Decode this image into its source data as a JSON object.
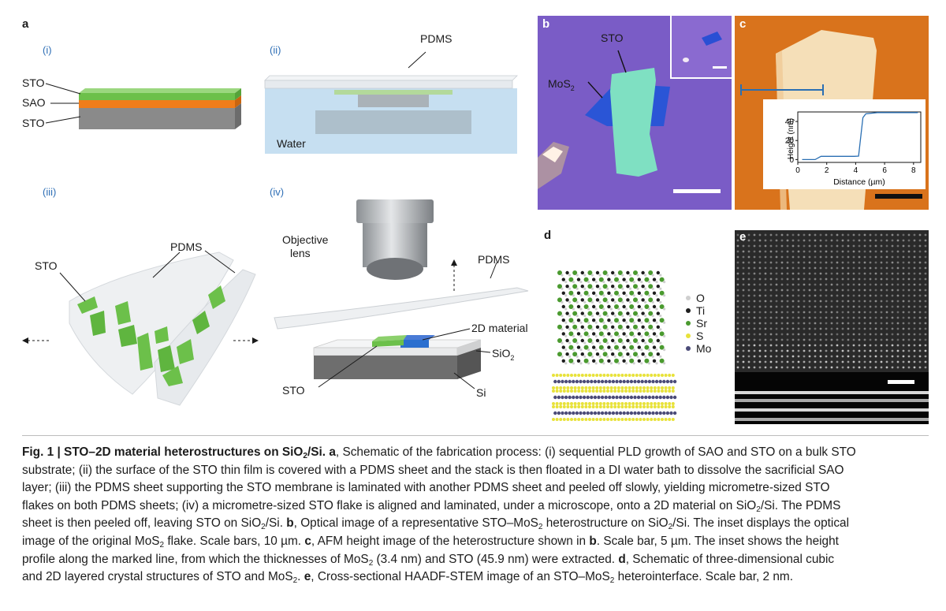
{
  "panel_a": {
    "letter": "a",
    "sub_i": "(i)",
    "sub_ii": "(ii)",
    "sub_iii": "(iii)",
    "sub_iv": "(iv)",
    "i_labels": {
      "top": "STO",
      "mid": "SAO",
      "bottom": "STO"
    },
    "ii_labels": {
      "pdms": "PDMS",
      "water": "Water"
    },
    "iii_labels": {
      "sto": "STO",
      "pdms": "PDMS"
    },
    "iv_labels": {
      "objective": "Objective",
      "lens": "lens",
      "pdms": "PDMS",
      "material": "2D material",
      "sio2": "SiO",
      "sio2_sub": "2",
      "sto": "STO",
      "si": "Si"
    },
    "colors": {
      "sto_green": "#6cc04a",
      "sao_orange": "#f07d1a",
      "substrate_grey": "#8a8a8a",
      "water_blue": "#c6dff1",
      "mos2_blue": "#2b6fcf"
    }
  },
  "panel_b": {
    "letter": "b",
    "sto": "STO",
    "mos2": "MoS",
    "mos2_sub": "2",
    "colors": {
      "background": "#7a5cc6",
      "sto_flake": "#7fe0c2",
      "mos2_flake": "#2a55d6"
    }
  },
  "panel_c": {
    "letter": "c",
    "colors": {
      "background": "#d9731c",
      "flake": "#f5dfb8",
      "line": "#2a6fb3"
    },
    "inset": {
      "ylabel": "Height (nm)",
      "xlabel": "Distance (µm)",
      "yticks": [
        "40",
        "20",
        "0"
      ],
      "xticks": [
        "0",
        "2",
        "4",
        "6",
        "8"
      ]
    }
  },
  "chart_data": {
    "type": "line",
    "xlabel": "Distance (µm)",
    "ylabel": "Height (nm)",
    "xlim": [
      0,
      8.5
    ],
    "ylim": [
      -3,
      50
    ],
    "series": [
      {
        "x": [
          0.3,
          1.2,
          1.6,
          2.0,
          3.9,
          4.2,
          4.5,
          4.7,
          5.5,
          8.3
        ],
        "y": [
          0,
          0,
          3.4,
          3.4,
          3.4,
          3.6,
          44,
          48,
          49.3,
          49.3
        ]
      }
    ]
  },
  "panel_d": {
    "letter": "d",
    "legend": [
      {
        "label": "O",
        "color": "#cfcfcf"
      },
      {
        "label": "Ti",
        "color": "#1e1e1e"
      },
      {
        "label": "Sr",
        "color": "#4a9a2f"
      },
      {
        "label": "S",
        "color": "#e8e23a"
      },
      {
        "label": "Mo",
        "color": "#4b4b78"
      }
    ]
  },
  "panel_e": {
    "letter": "e"
  },
  "caption": {
    "fig": "Fig. 1 | STO–2D material heterostructures on SiO",
    "fig_sub": "2",
    "fig_end": "/Si.",
    "l1_a": "a",
    "l1_b": ", Schematic of the fabrication process: (i) sequential PLD growth of SAO and STO on a bulk STO",
    "l2": "substrate; (ii) the surface of the STO thin film is covered with a PDMS sheet and the stack is then floated in a DI water bath to dissolve the sacrificial SAO",
    "l3": "layer; (iii) the PDMS sheet supporting the STO membrane is laminated with another PDMS sheet and peeled off slowly, yielding micrometre-sized STO",
    "l4_a": "flakes on both PDMS sheets; (iv) a micrometre-sized STO flake is aligned and laminated, under a microscope, onto a 2D material on SiO",
    "l4_sub": "2",
    "l4_b": "/Si. The PDMS",
    "l5_a": "sheet is then peeled off, leaving STO on SiO",
    "l5_sub1": "2",
    "l5_b": "/Si. ",
    "l5_bold": "b",
    "l5_c": ", Optical image of a representative STO–MoS",
    "l5_sub2": "2",
    "l5_d": " heterostructure on SiO",
    "l5_sub3": "2",
    "l5_e": "/Si. The inset displays the optical",
    "l6_a": "image of the original MoS",
    "l6_sub": "2",
    "l6_b": " flake. Scale bars, 10 µm. ",
    "l6_bold1": "c",
    "l6_c": ", AFM height image of the heterostructure shown in ",
    "l6_bold2": "b",
    "l6_d": ". Scale bar, 5 µm. The inset shows the height",
    "l7_a": "profile along the marked line, from which the thicknesses of MoS",
    "l7_sub": "2",
    "l7_b": " (3.4 nm) and STO (45.9 nm) were extracted. ",
    "l7_bold": "d",
    "l7_c": ", Schematic of three-dimensional cubic",
    "l8_a": "and 2D layered crystal structures of STO and MoS",
    "l8_sub": "2",
    "l8_b": ". ",
    "l8_bold": "e",
    "l8_c": ", Cross-sectional HAADF-STEM image of an STO–MoS",
    "l8_sub2": "2",
    "l8_d": " heterointerface. Scale bar, 2 nm."
  }
}
